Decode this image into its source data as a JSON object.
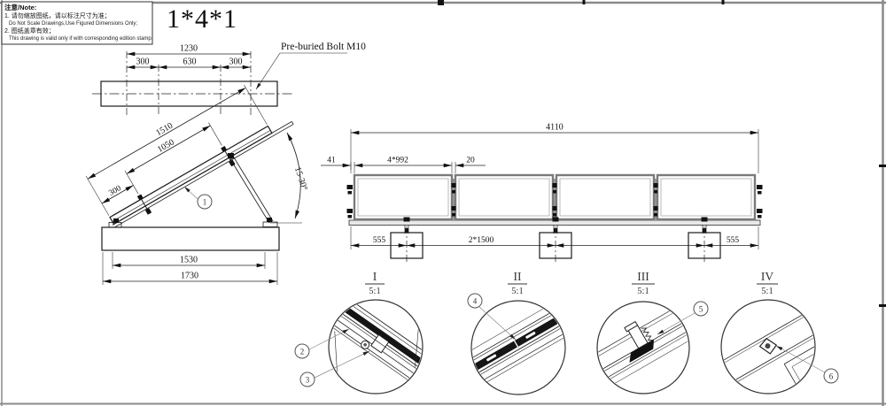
{
  "sheet": {
    "title": "1*4*1",
    "colors": {
      "ink": "#1a1a1a",
      "paper": "#ffffff",
      "frame_gray": "#8a8a8a"
    }
  },
  "note": {
    "header": "注意/Note:",
    "item1_zh": "1. 请勿缩放图纸，请以标注尺寸为准；",
    "item1_en": "Do Not Scale Drawings,Use Figured Dimensions Only;",
    "item2_zh": "2. 图纸盖章有效；",
    "item2_en": "This drawing is valid only if with corresponding edition stamp."
  },
  "top_view": {
    "bolt_label": "Pre-buried Bolt M10",
    "dim_overall": "1230",
    "dim_seg1": "300",
    "dim_seg2": "630",
    "dim_seg3": "300"
  },
  "side_view": {
    "dim_panel_length": "1510",
    "dim_support_span": "1050",
    "dim_front_offset": "300",
    "angle_label": "15-30°",
    "dim_base_inner": "1530",
    "dim_base_outer": "1730"
  },
  "front_view": {
    "dim_overall": "4110",
    "dim_end_offset": "41",
    "dim_panels": "4*992",
    "dim_panel_gap": "20",
    "dim_foot_left": "555",
    "dim_foot_span": "2*1500",
    "dim_foot_right": "555"
  },
  "details": {
    "d1": {
      "label": "I",
      "scale": "5:1"
    },
    "d2": {
      "label": "II",
      "scale": "5:1"
    },
    "d3": {
      "label": "III",
      "scale": "5:1"
    },
    "d4": {
      "label": "IV",
      "scale": "5:1"
    }
  },
  "callouts": {
    "c1": "1",
    "c2": "2",
    "c3": "3",
    "c4": "4",
    "c5": "5",
    "c6": "6"
  }
}
